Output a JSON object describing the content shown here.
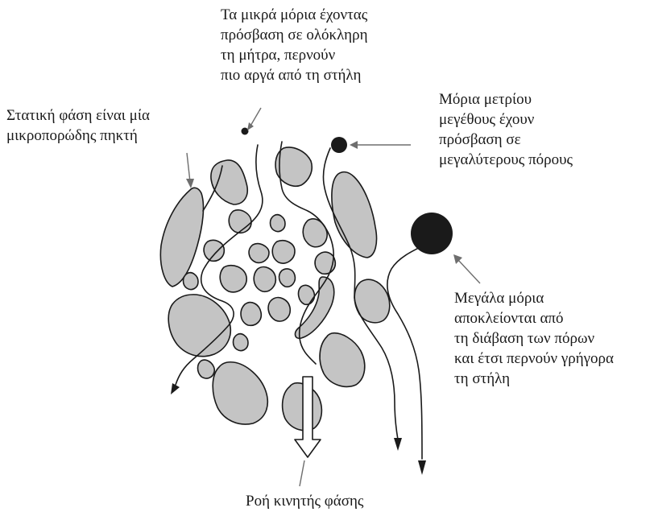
{
  "labels": {
    "small_molecules": [
      "Τα μικρά μόρια έχοντας",
      "πρόσβαση σε ολόκληρη",
      "τη μήτρα, περνούν",
      "πιο αργά από τη στήλη"
    ],
    "stationary_phase": [
      "Στατική φάση είναι μία",
      "μικροπορώδης πηκτή"
    ],
    "medium_molecules": [
      "Μόρια μετρίου",
      "μεγέθους έχουν",
      "πρόσβαση σε",
      "μεγαλύτερους πόρους"
    ],
    "large_molecules": [
      "Μεγάλα μόρια",
      "αποκλείονται από",
      "τη διάβαση των πόρων",
      "και έτσι περνούν γρήγορα",
      "τη στήλη"
    ],
    "mobile_phase_flow": "Ροή κινητής φάσης"
  },
  "colors": {
    "pebble_fill": "#c4c4c4",
    "ink": "#1a1a1a",
    "pointer": "#6e6e6e",
    "background": "#ffffff"
  }
}
